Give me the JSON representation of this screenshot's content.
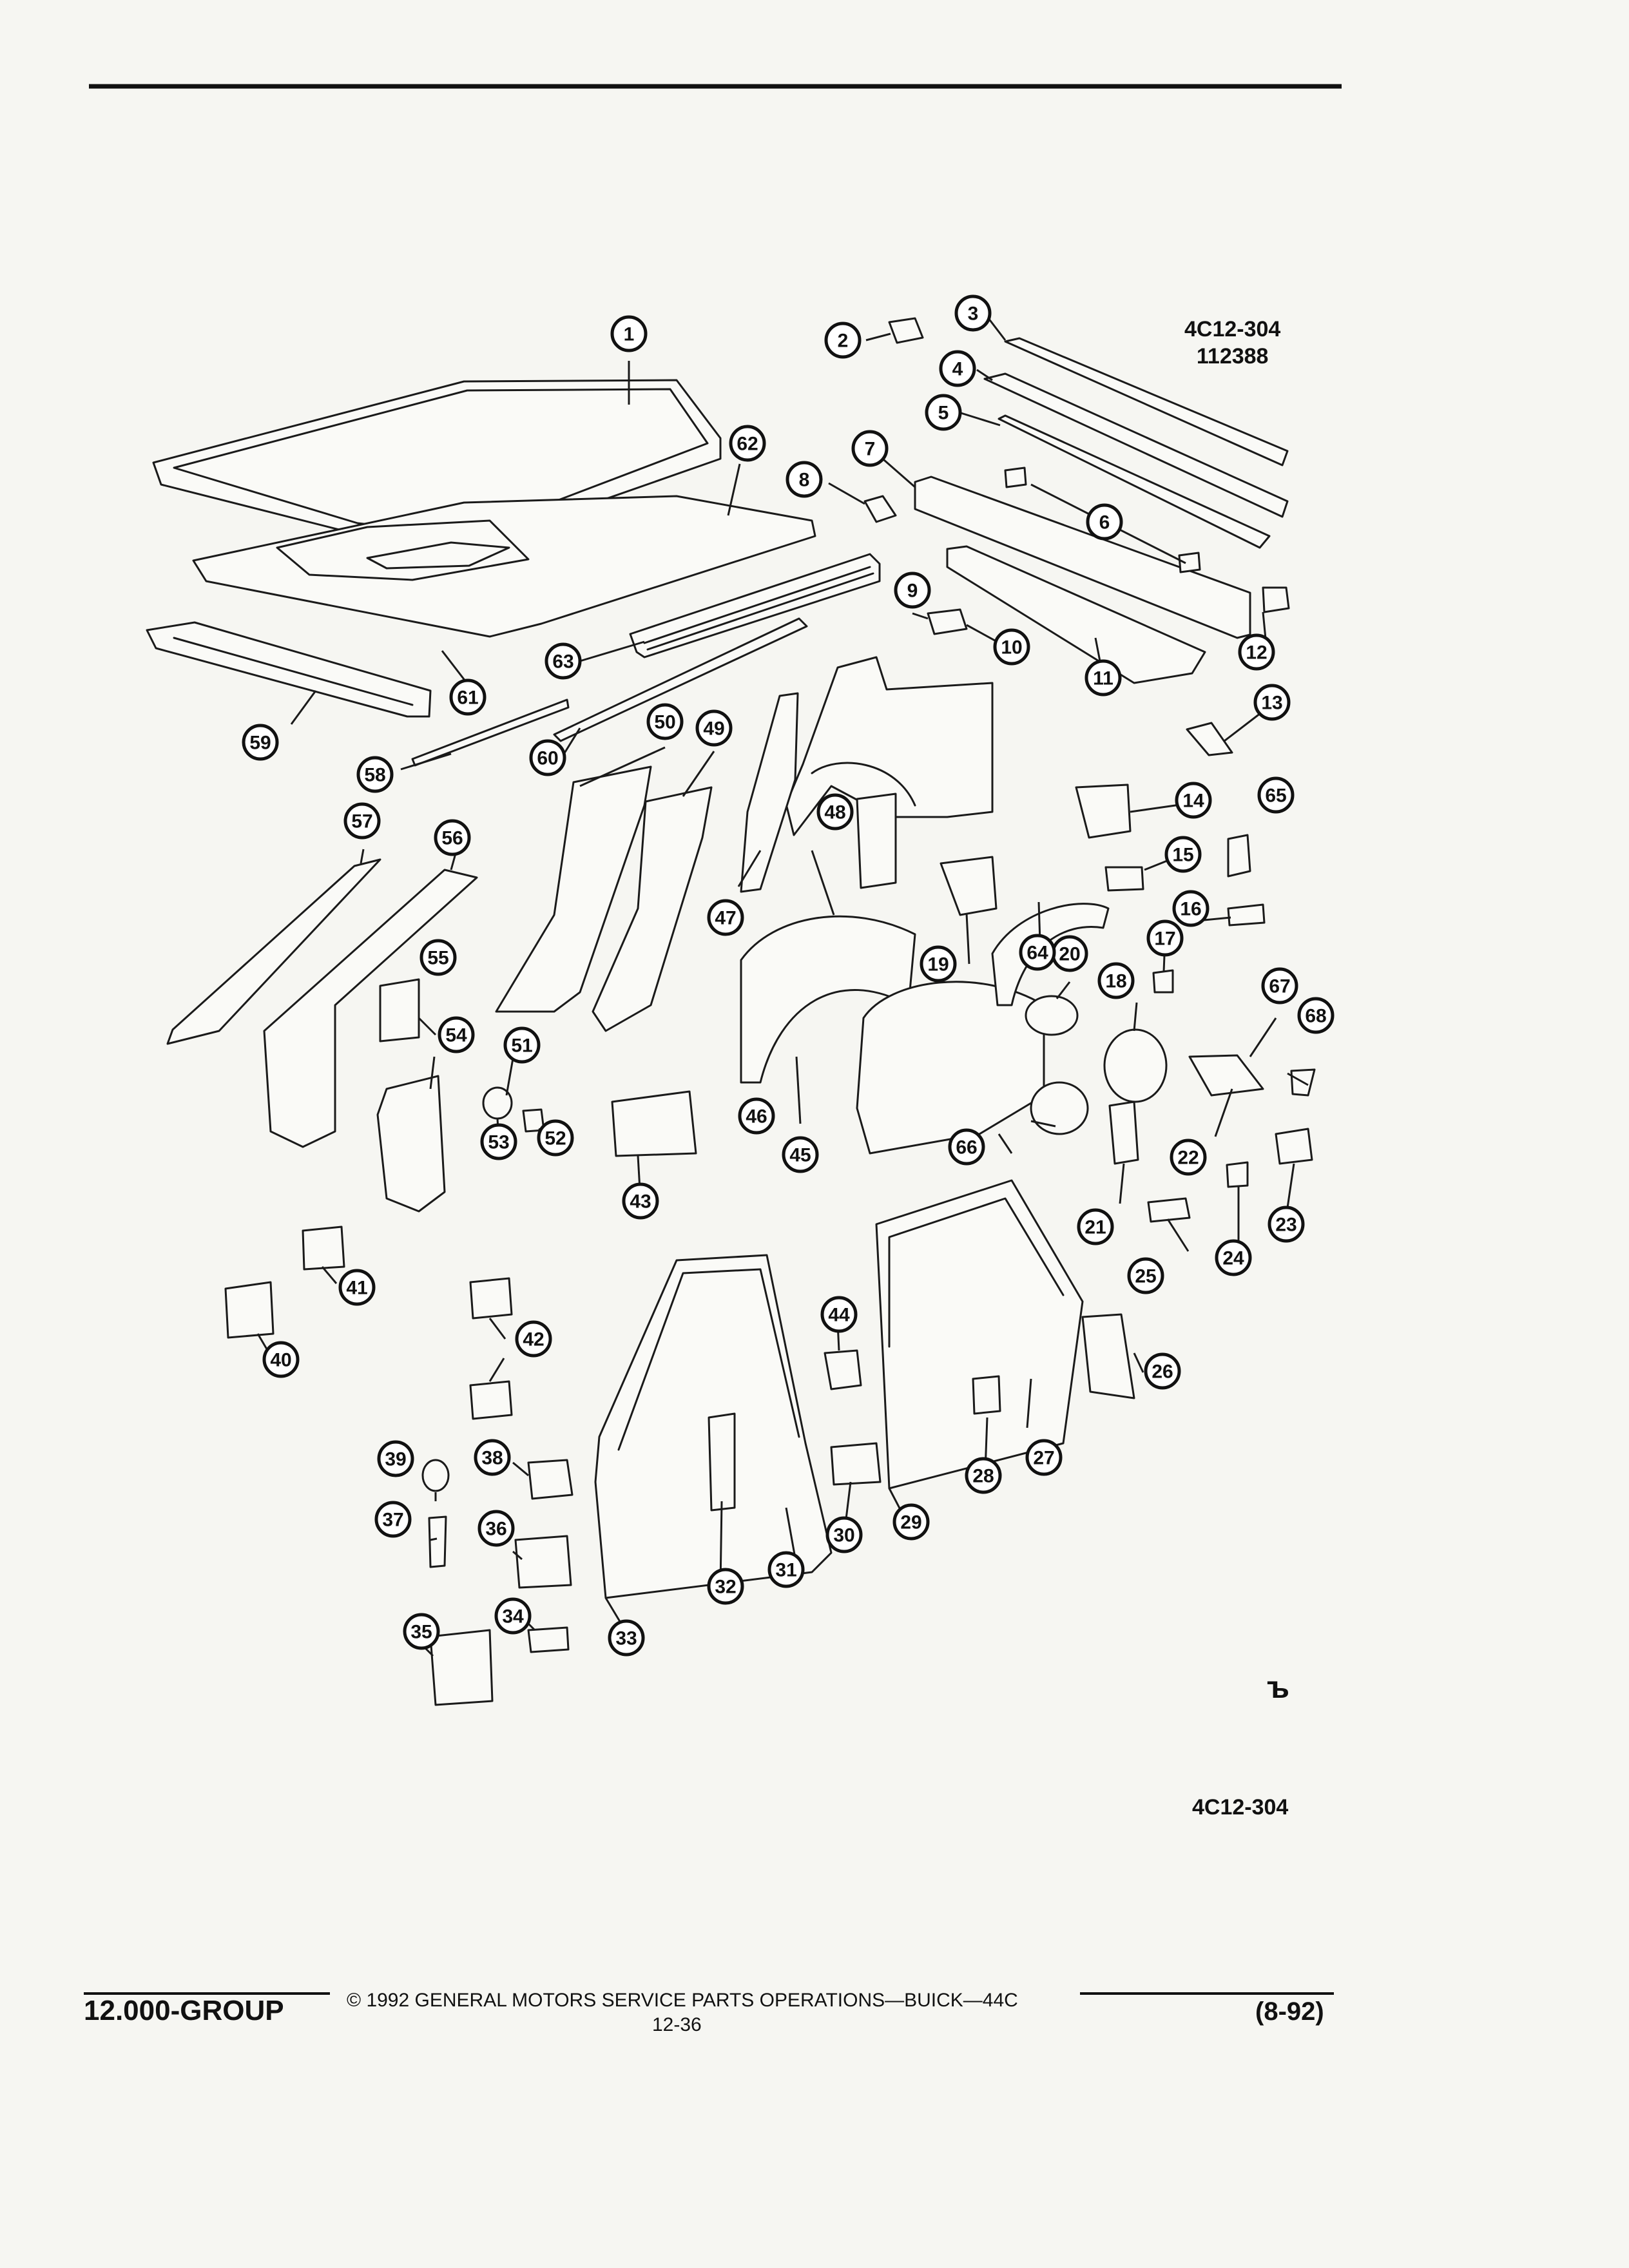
{
  "figure_ref_top": "4C12-304",
  "figure_id": "112388",
  "figure_ref_bottom": "4C12-304",
  "footer": {
    "group": "12.000-GROUP",
    "copyright": "© 1992 GENERAL MOTORS SERVICE PARTS OPERATIONS—BUICK—44C",
    "page_number": "12-36",
    "date": "(8-92)"
  },
  "corner_mark": "ъ",
  "callouts": [
    "1",
    "2",
    "3",
    "4",
    "5",
    "6",
    "7",
    "8",
    "9",
    "10",
    "11",
    "12",
    "13",
    "14",
    "15",
    "16",
    "17",
    "18",
    "19",
    "20",
    "21",
    "22",
    "23",
    "24",
    "25",
    "26",
    "27",
    "28",
    "29",
    "30",
    "31",
    "32",
    "33",
    "34",
    "35",
    "36",
    "37",
    "38",
    "39",
    "40",
    "41",
    "42",
    "43",
    "44",
    "45",
    "46",
    "47",
    "48",
    "49",
    "50",
    "51",
    "52",
    "53",
    "54",
    "55",
    "56",
    "57",
    "58",
    "59",
    "60",
    "61",
    "62",
    "63",
    "64",
    "65",
    "66",
    "67",
    "68"
  ]
}
